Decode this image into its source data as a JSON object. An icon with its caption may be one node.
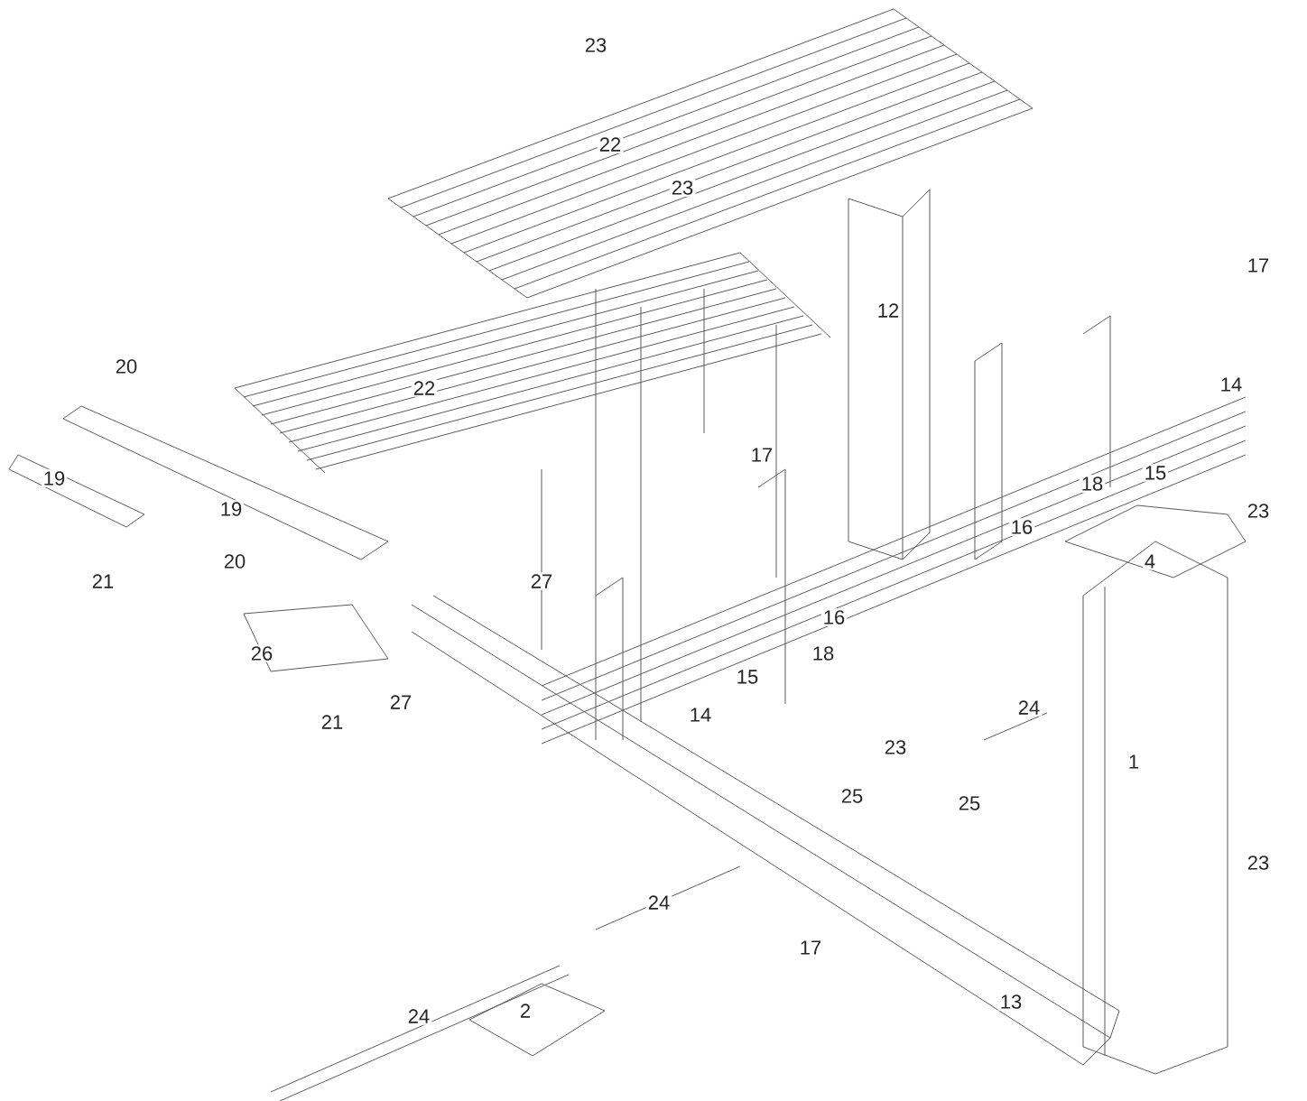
{
  "diagram": {
    "labels": [
      "23",
      "23",
      "22",
      "12",
      "17",
      "22",
      "20",
      "14",
      "19",
      "17",
      "15",
      "18",
      "19",
      "23",
      "16",
      "20",
      "27",
      "4",
      "21",
      "16",
      "26",
      "18",
      "15",
      "27",
      "14",
      "24",
      "21",
      "1",
      "23",
      "25",
      "25",
      "23",
      "24",
      "17",
      "13",
      "2",
      "24"
    ]
  }
}
